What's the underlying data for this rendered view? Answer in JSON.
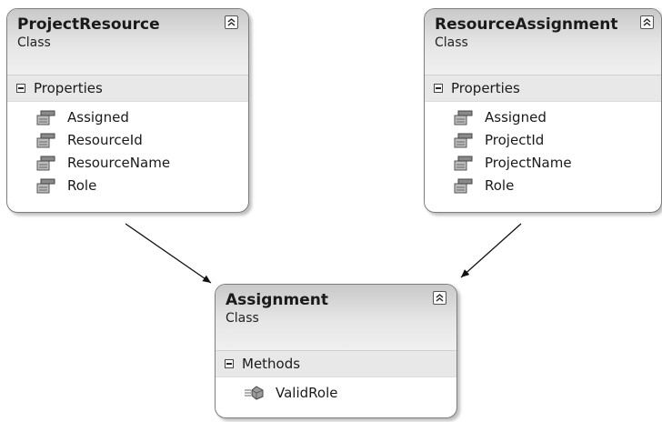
{
  "classes": {
    "project_resource": {
      "name": "ProjectResource",
      "kind": "Class",
      "section": "Properties",
      "members": [
        "Assigned",
        "ResourceId",
        "ResourceName",
        "Role"
      ]
    },
    "resource_assignment": {
      "name": "ResourceAssignment",
      "kind": "Class",
      "section": "Properties",
      "members": [
        "Assigned",
        "ProjectId",
        "ProjectName",
        "Role"
      ]
    },
    "assignment": {
      "name": "Assignment",
      "kind": "Class",
      "section": "Methods",
      "members": [
        "ValidRole"
      ]
    }
  },
  "icons": {
    "property": "property-icon",
    "method": "method-icon",
    "collapse": "collapse-chevrons-icon"
  },
  "colors": {
    "header_gradient_top": "#c9c9c9",
    "section_background": "#e8e8e8",
    "border": "#7d7d7d"
  }
}
